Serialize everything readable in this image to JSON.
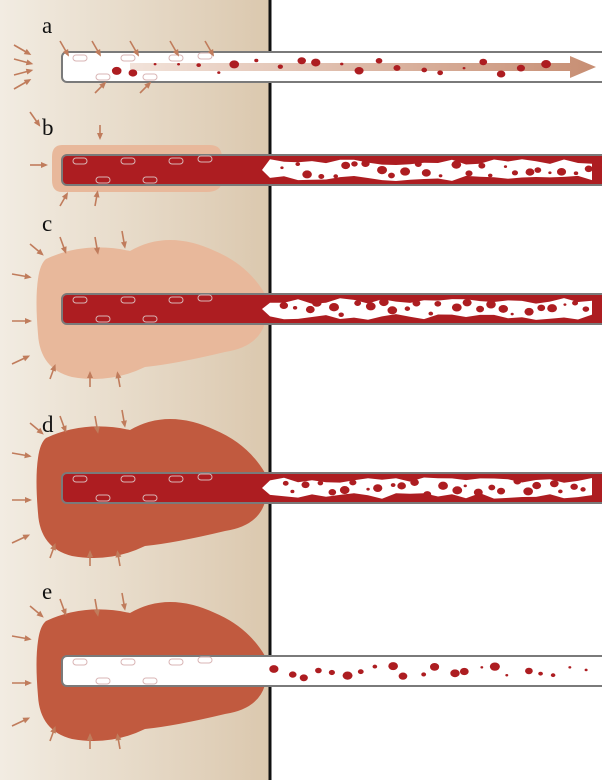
{
  "panels": [
    {
      "label": "a",
      "stage": "empty-tube",
      "blob": "none",
      "tube_fill": "empty-wicking"
    },
    {
      "label": "b",
      "stage": "small-halo",
      "blob": "small",
      "tube_fill": "filled"
    },
    {
      "label": "c",
      "stage": "light-blob",
      "blob": "light",
      "tube_fill": "filled"
    },
    {
      "label": "d",
      "stage": "dark-blob",
      "blob": "dark",
      "tube_fill": "filled"
    },
    {
      "label": "e",
      "stage": "drained",
      "blob": "dark",
      "tube_fill": "emptied"
    }
  ],
  "colors": {
    "tissue_left": "#f2ece2",
    "tissue_right": "#dbc8ae",
    "boundary_line": "#111111",
    "blood": "#ad1d21",
    "tube_outline": "#7a7a7a",
    "arrow": "#c07c5c",
    "blob_small": "#e8b89b",
    "blob_light": "#e8b89b",
    "blob_dark": "#c15a3f",
    "flow_arrow_start": "#f2e3da",
    "flow_arrow_end": "#c78e73"
  },
  "icons": {
    "fluid_arrow": "arrow-icon",
    "flow_arrow": "long-arrow-icon",
    "cell": "cell-icon",
    "droplet": "blood-droplet-icon"
  }
}
